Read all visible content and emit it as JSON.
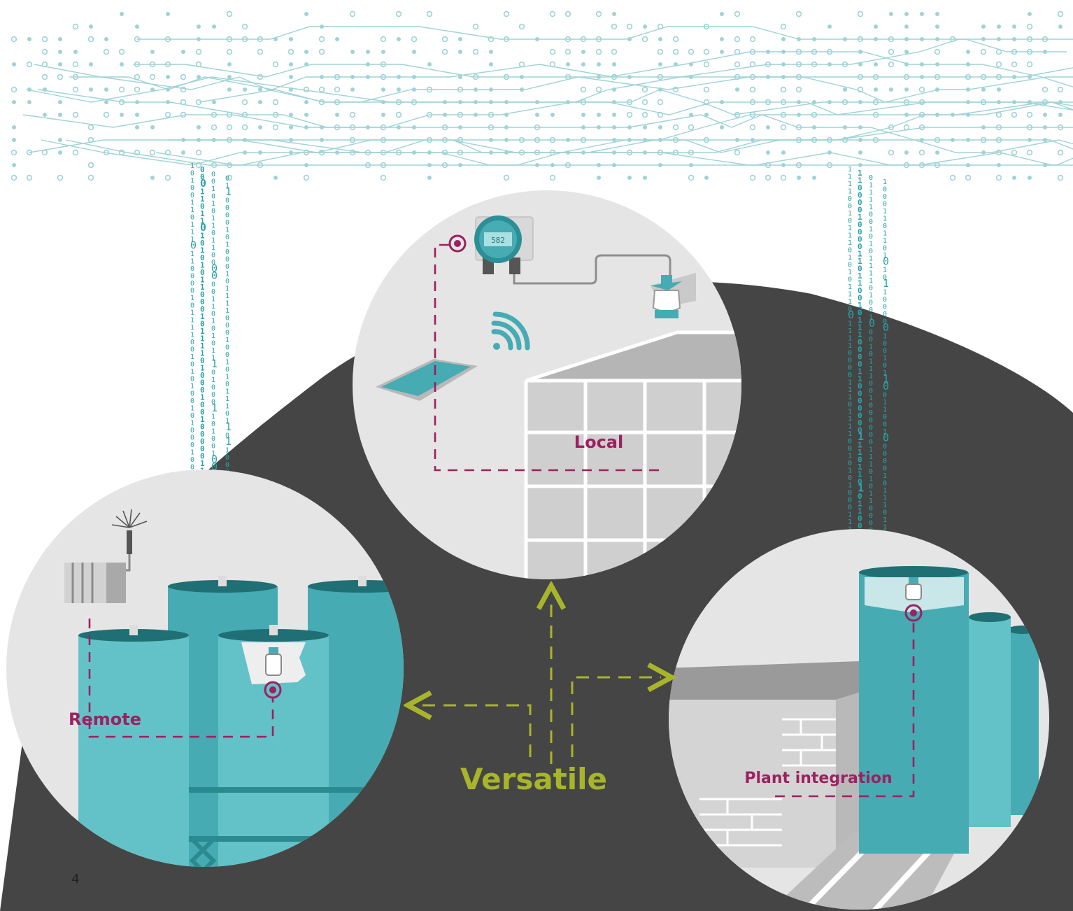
{
  "labels": {
    "local": "Local",
    "remote": "Remote",
    "plant_integration": "Plant integration",
    "center": "Versatile"
  },
  "device_display": "582",
  "page_number": "4",
  "colors": {
    "teal": "#46abb3",
    "teal_light": "#63c2c8",
    "teal_dark": "#1f7f85",
    "dark_bg": "#454545",
    "circle_bg": "#e5e5e5",
    "accent_magenta": "#9b2160",
    "accent_green": "#a8b52b",
    "binary_teal": "#2aa4a8"
  },
  "binary_columns": [
    {
      "group": "left",
      "rows": 46
    },
    {
      "group": "right",
      "rows": 46
    }
  ]
}
